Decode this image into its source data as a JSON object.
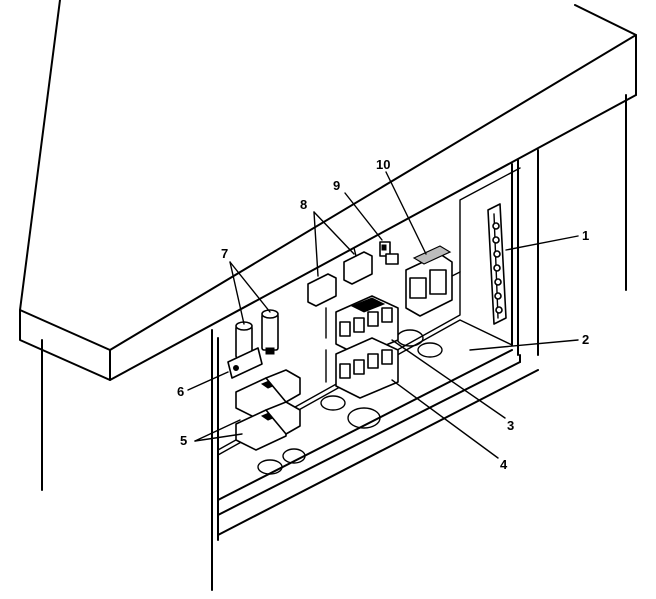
{
  "callouts": [
    {
      "id": "1",
      "text": "1"
    },
    {
      "id": "2",
      "text": "2"
    },
    {
      "id": "3",
      "text": "3"
    },
    {
      "id": "4",
      "text": "4"
    },
    {
      "id": "5",
      "text": "5"
    },
    {
      "id": "6",
      "text": "6"
    },
    {
      "id": "7",
      "text": "7"
    },
    {
      "id": "8",
      "text": "8"
    },
    {
      "id": "9",
      "text": "9"
    },
    {
      "id": "10",
      "text": "10"
    }
  ],
  "colors": {
    "line": "#000000",
    "background": "#ffffff",
    "shade": "#bdbdbd"
  }
}
